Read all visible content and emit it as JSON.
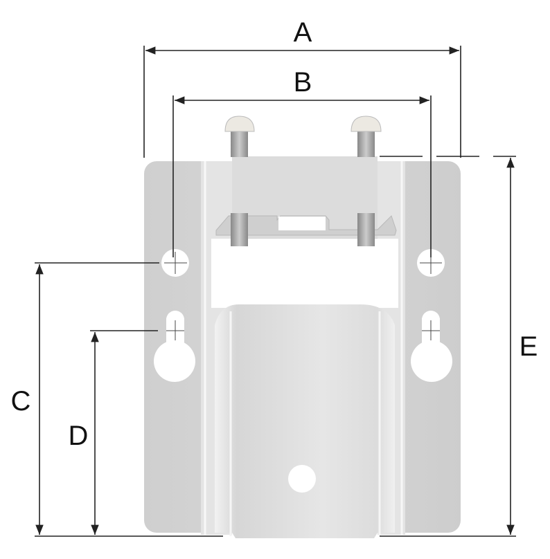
{
  "dimensions": {
    "a": {
      "label": "A"
    },
    "b": {
      "label": "B"
    },
    "c": {
      "label": "C"
    },
    "d": {
      "label": "D"
    },
    "e": {
      "label": "E"
    }
  },
  "colors": {
    "plate": "#d2d2d2",
    "channel": "#e2e2e2",
    "dimension_line": "#222222"
  }
}
